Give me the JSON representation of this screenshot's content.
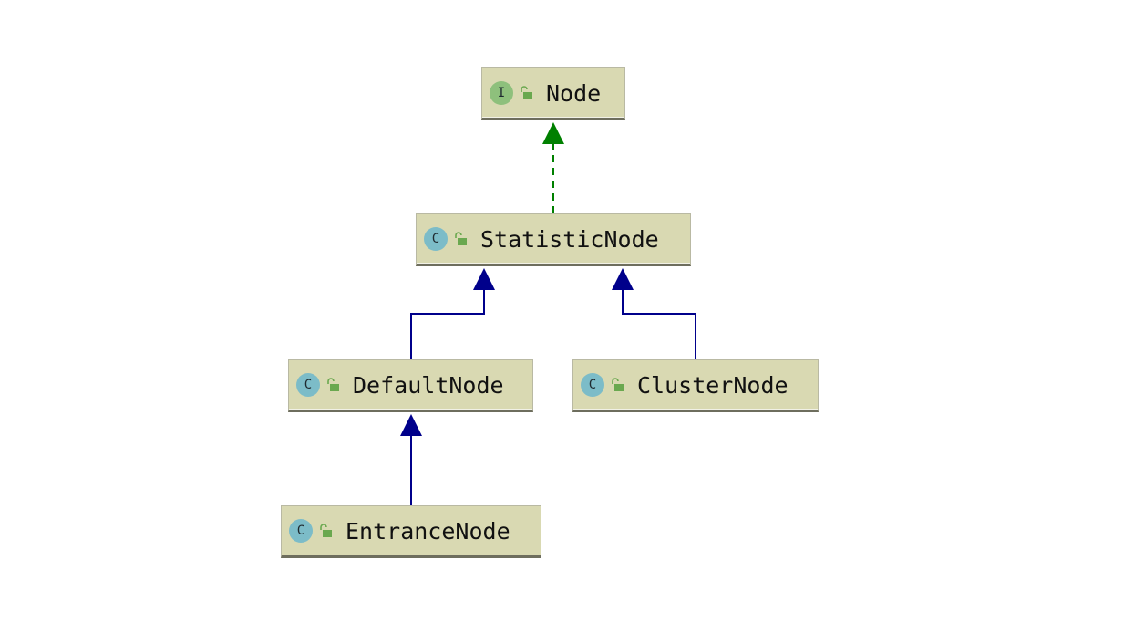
{
  "diagram": {
    "nodes": [
      {
        "id": "node",
        "name": "Node",
        "kind": "I",
        "kind_type": "interface",
        "visibility": "public"
      },
      {
        "id": "statisticnode",
        "name": "StatisticNode",
        "kind": "C",
        "kind_type": "class",
        "visibility": "public"
      },
      {
        "id": "defaultnode",
        "name": "DefaultNode",
        "kind": "C",
        "kind_type": "class",
        "visibility": "public"
      },
      {
        "id": "clusternode",
        "name": "ClusterNode",
        "kind": "C",
        "kind_type": "class",
        "visibility": "public"
      },
      {
        "id": "entrancenode",
        "name": "EntranceNode",
        "kind": "C",
        "kind_type": "class",
        "visibility": "public"
      }
    ],
    "edges": [
      {
        "from": "statisticnode",
        "to": "node",
        "relation": "implements",
        "color": "#008000",
        "style": "dashed"
      },
      {
        "from": "defaultnode",
        "to": "statisticnode",
        "relation": "extends",
        "color": "#00008b",
        "style": "solid"
      },
      {
        "from": "clusternode",
        "to": "statisticnode",
        "relation": "extends",
        "color": "#00008b",
        "style": "solid"
      },
      {
        "from": "entrancenode",
        "to": "defaultnode",
        "relation": "extends",
        "color": "#00008b",
        "style": "solid"
      }
    ]
  },
  "icons": {
    "interface": "interface-icon",
    "class": "class-icon",
    "visibility": "public-lock-icon"
  },
  "colors": {
    "node_fill": "#d9d9b2",
    "interface_badge": "#8ec07c",
    "class_badge": "#7cbcc8",
    "lock": "#6aa84f",
    "implements_edge": "#008000",
    "extends_edge": "#00008b"
  }
}
